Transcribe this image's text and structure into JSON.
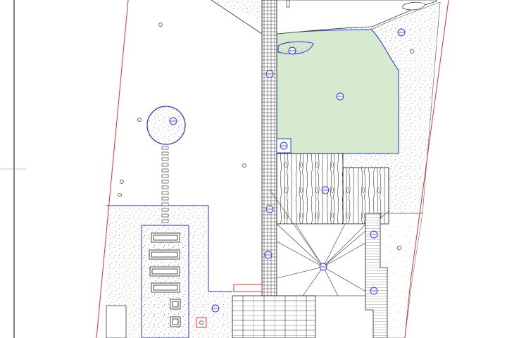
{
  "colors": {
    "background": "#ffffff",
    "frame": "#000000",
    "property_line": "#e8312f",
    "zone_outline": "#2233cc",
    "lawn_fill": "#d6ead0",
    "gravel_dots": "#6d6d6d",
    "hatch": "#444444",
    "marker": "#2233cc"
  },
  "icons": {
    "marker": "circle-marker-icon",
    "tree": "tree-circle-icon",
    "planter": "planter-box-icon"
  },
  "markers": [
    {
      "id": "m1",
      "symbol": "◎"
    },
    {
      "id": "m2",
      "symbol": "◎"
    },
    {
      "id": "m3",
      "symbol": "◎"
    },
    {
      "id": "m4",
      "symbol": "◎"
    },
    {
      "id": "m5",
      "symbol": "◎"
    },
    {
      "id": "m6",
      "symbol": "◎"
    },
    {
      "id": "m7",
      "symbol": "◎"
    },
    {
      "id": "m8",
      "symbol": "◎"
    },
    {
      "id": "m9",
      "symbol": "◎"
    },
    {
      "id": "m10",
      "symbol": "◎"
    },
    {
      "id": "m11",
      "symbol": "◎"
    },
    {
      "id": "m12",
      "symbol": "◎"
    },
    {
      "id": "m13",
      "symbol": "◎"
    }
  ]
}
